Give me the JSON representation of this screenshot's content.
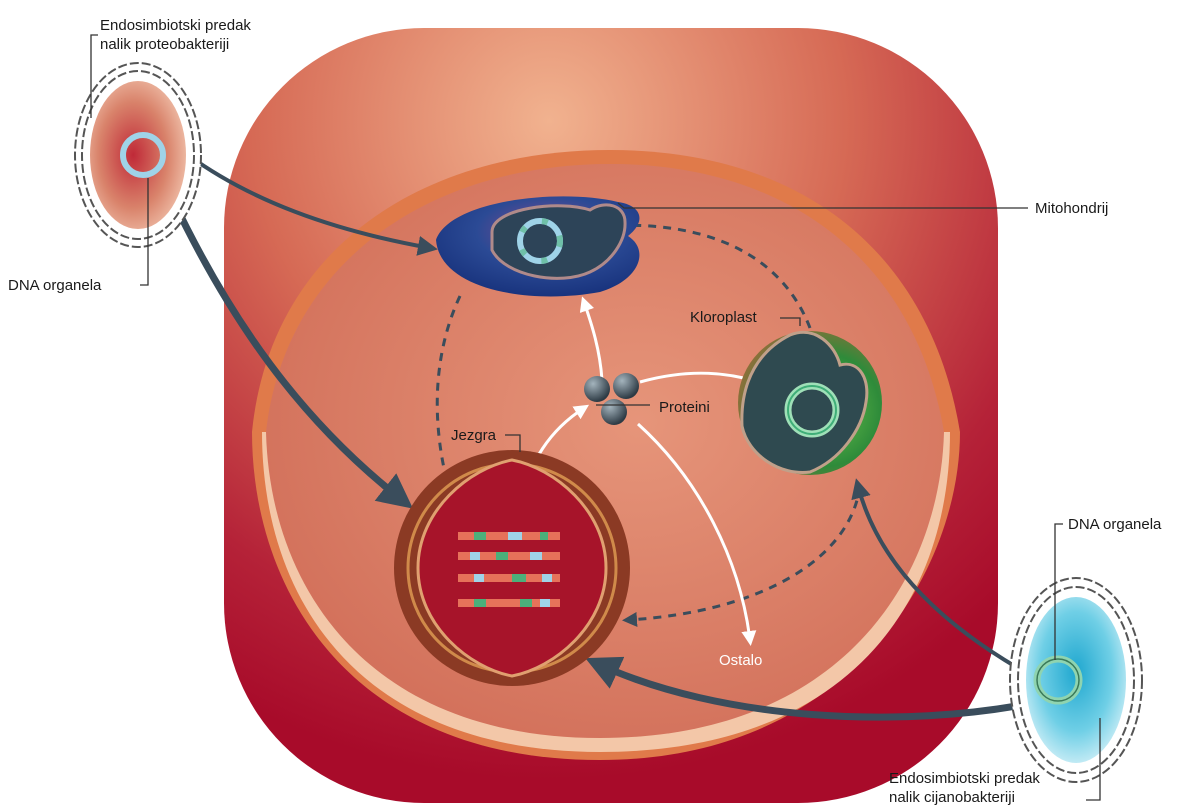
{
  "labels": {
    "proteo_ancestor_line1": "Endosimbiotski predak",
    "proteo_ancestor_line2": "nalik proteobakteriji",
    "dna_organela_left": "DNA organela",
    "mitohondrij": "Mitohondrij",
    "kloroplast": "Kloroplast",
    "proteini": "Proteini",
    "jezgra": "Jezgra",
    "ostalo": "Ostalo",
    "dna_organela_right": "DNA organela",
    "cyano_ancestor_line1": "Endosimbiotski predak",
    "cyano_ancestor_line2": "nalik cijanobakteriji"
  },
  "colors": {
    "cell_wall": "#b0112e",
    "cytoplasm": "#d46a55",
    "membrane_outer": "#e07a4a",
    "membrane_light": "#f3c7a8",
    "arrow_dark": "#3a4d5c",
    "arrow_white": "#ffffff",
    "mitochondrion": "#1c3f86",
    "chloroplast": "#3f9a3a",
    "nucleus": "#8b3a24",
    "dna_ring_blue": "#9fd3e8",
    "dna_ring_green": "#8fd4b0",
    "cyano_body": "#3fb4d6"
  },
  "icons": {
    "protein": "sphere-cluster-icon",
    "dna_ring": "circular-dna-icon"
  }
}
